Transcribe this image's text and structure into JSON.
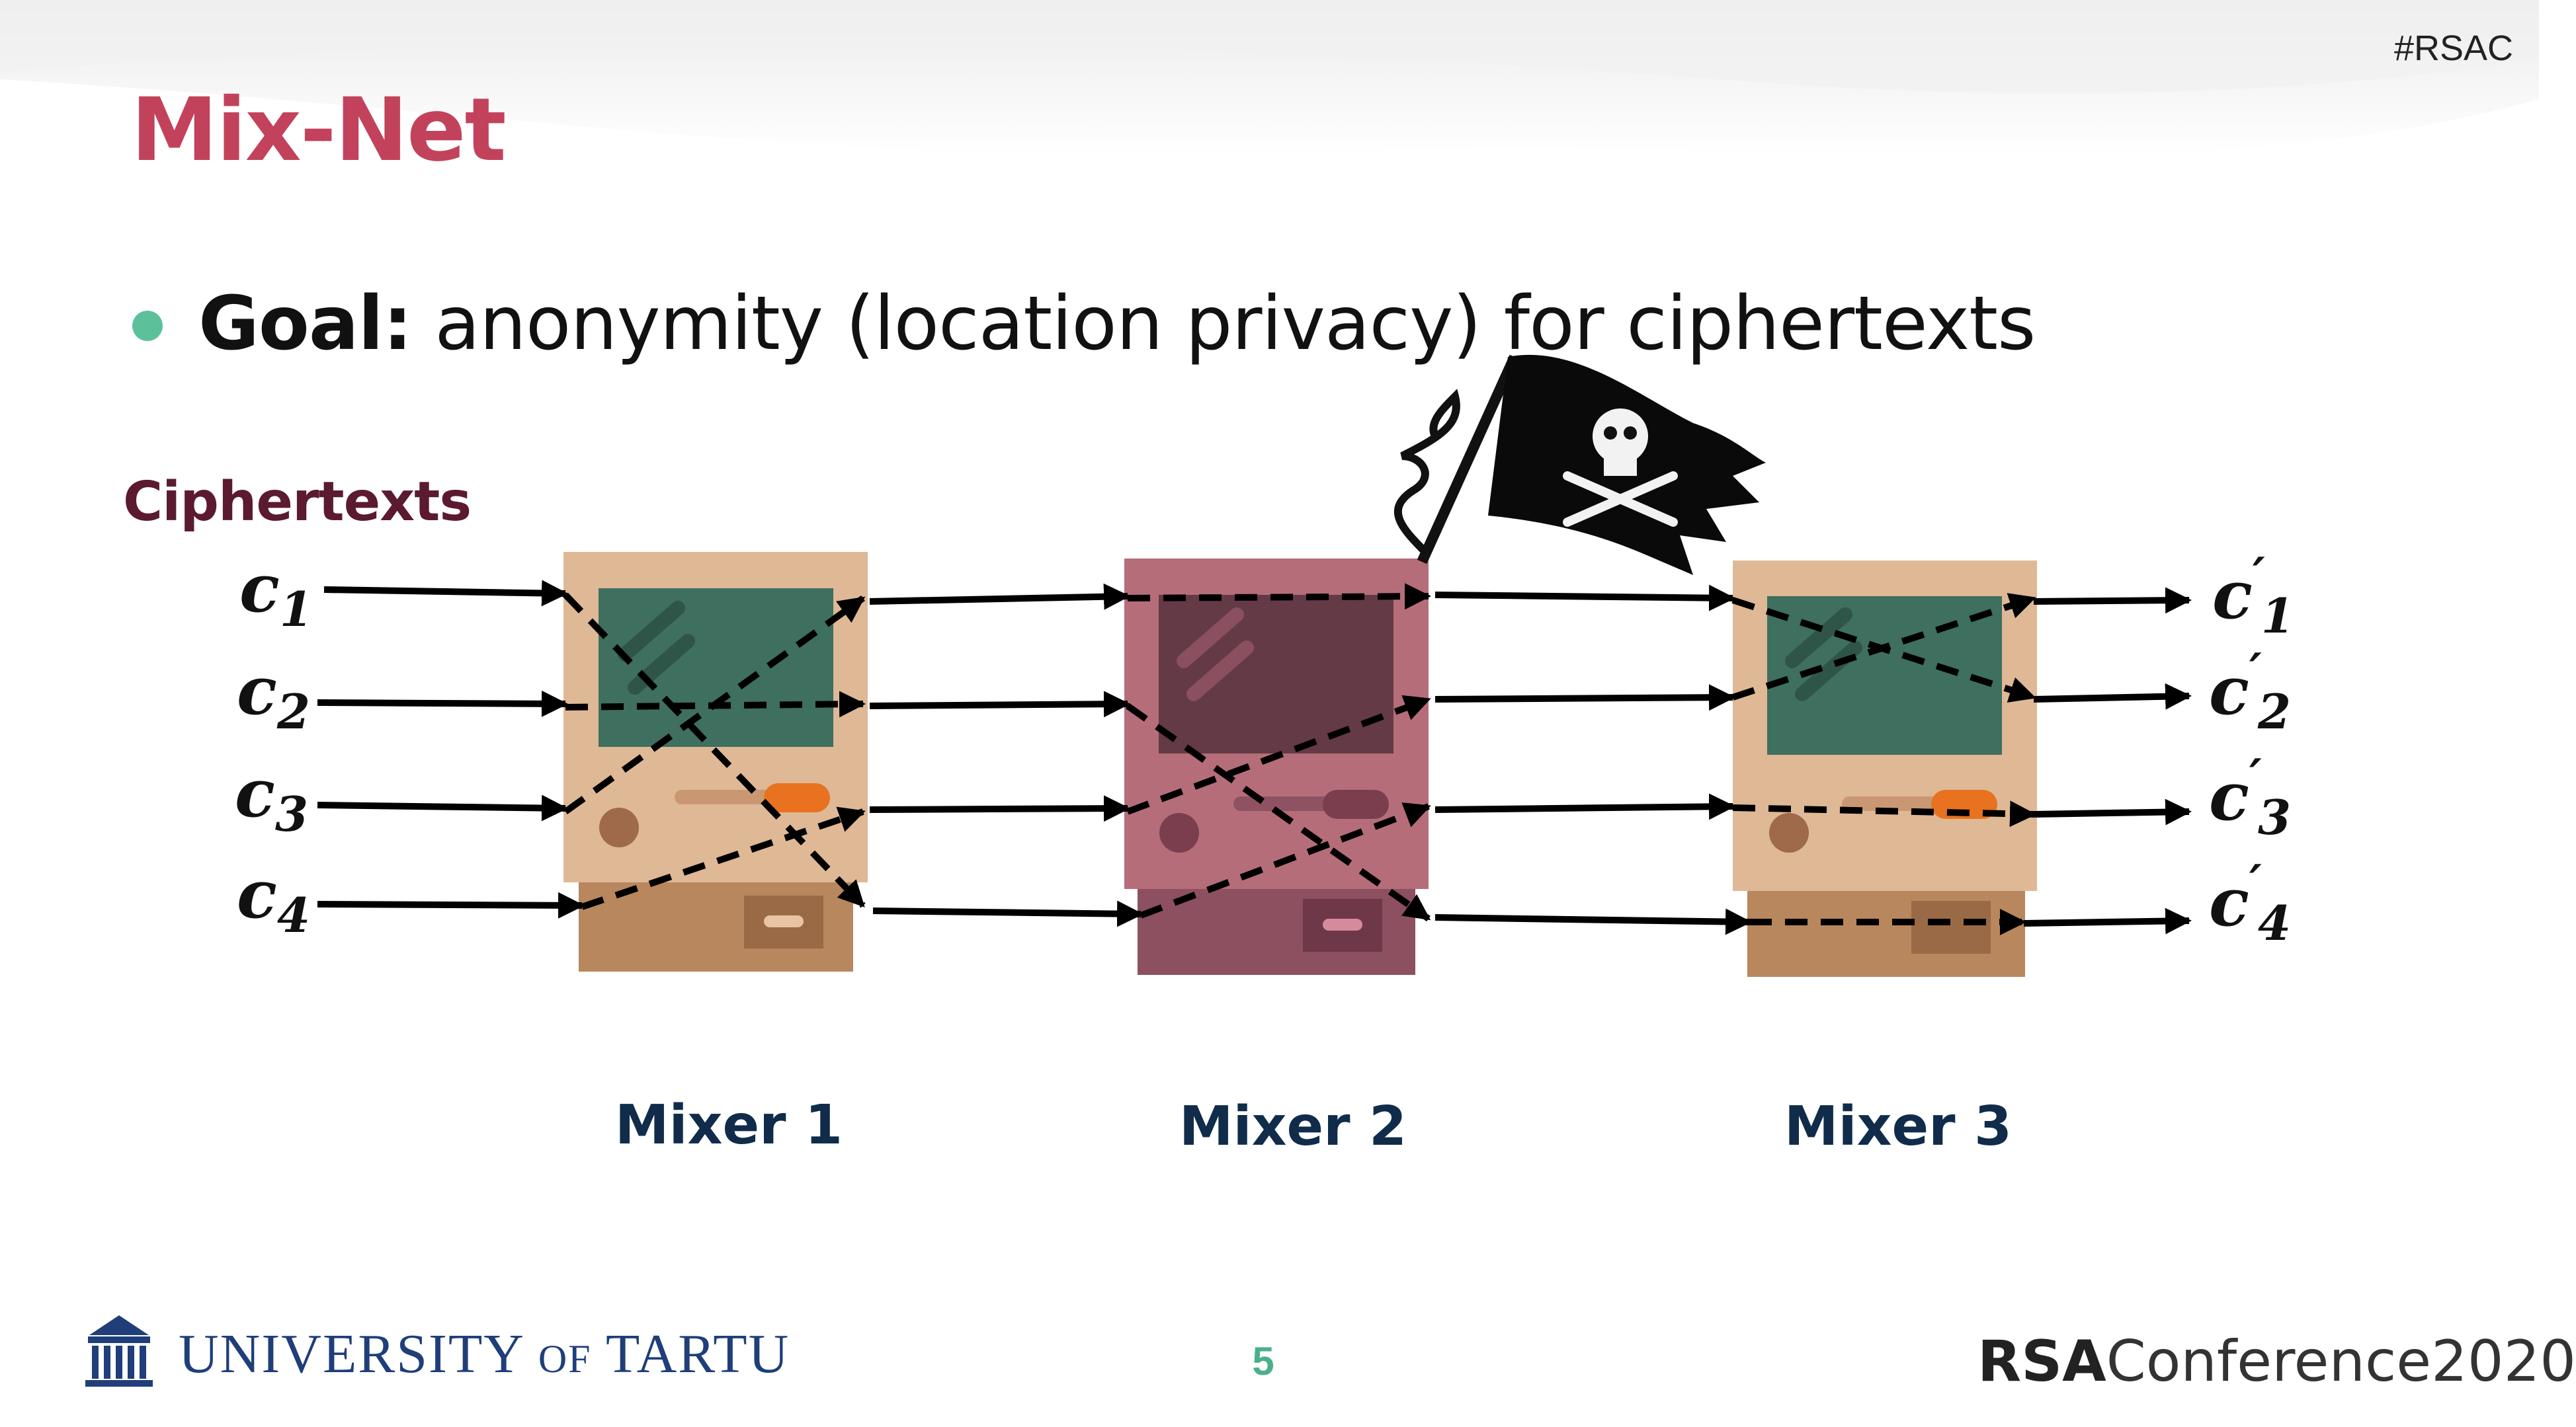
{
  "header": {
    "tag": "#RSAC",
    "title": "Mix-Net"
  },
  "bullet": {
    "bold": "Goal:",
    "text": " anonymity (location privacy) for ciphertexts"
  },
  "diagram": {
    "ciphertexts_label": "Ciphertexts",
    "inputs": [
      {
        "base": "c",
        "sub": "1"
      },
      {
        "base": "c",
        "sub": "2"
      },
      {
        "base": "c",
        "sub": "3"
      },
      {
        "base": "c",
        "sub": "4"
      }
    ],
    "outputs": [
      {
        "base": "c",
        "prime": "′",
        "sub": "1"
      },
      {
        "base": "c",
        "prime": "′",
        "sub": "2"
      },
      {
        "base": "c",
        "prime": "′",
        "sub": "3"
      },
      {
        "base": "c",
        "prime": "′",
        "sub": "4"
      }
    ],
    "mixers": [
      {
        "label": "Mixer 1",
        "compromised": false
      },
      {
        "label": "Mixer 2",
        "compromised": true
      },
      {
        "label": "Mixer 3",
        "compromised": false
      }
    ],
    "colors": {
      "mixer_body": "#dfb896",
      "mixer_screen": "#3e6f5f",
      "mixer_base": "#b8875e",
      "mixer_body_bad": "#b66d7a",
      "mixer_screen_bad": "#633a45",
      "mixer_base_bad": "#8d5060",
      "accent_button": "#e8721f"
    },
    "icons": [
      "pirate-flag-icon"
    ]
  },
  "footer": {
    "university": "UNIVERSITY",
    "of": "OF",
    "tartu": "TARTU",
    "page_number": "5",
    "rsa_bold": "RSA",
    "rsa_rest": "Conference2020"
  }
}
